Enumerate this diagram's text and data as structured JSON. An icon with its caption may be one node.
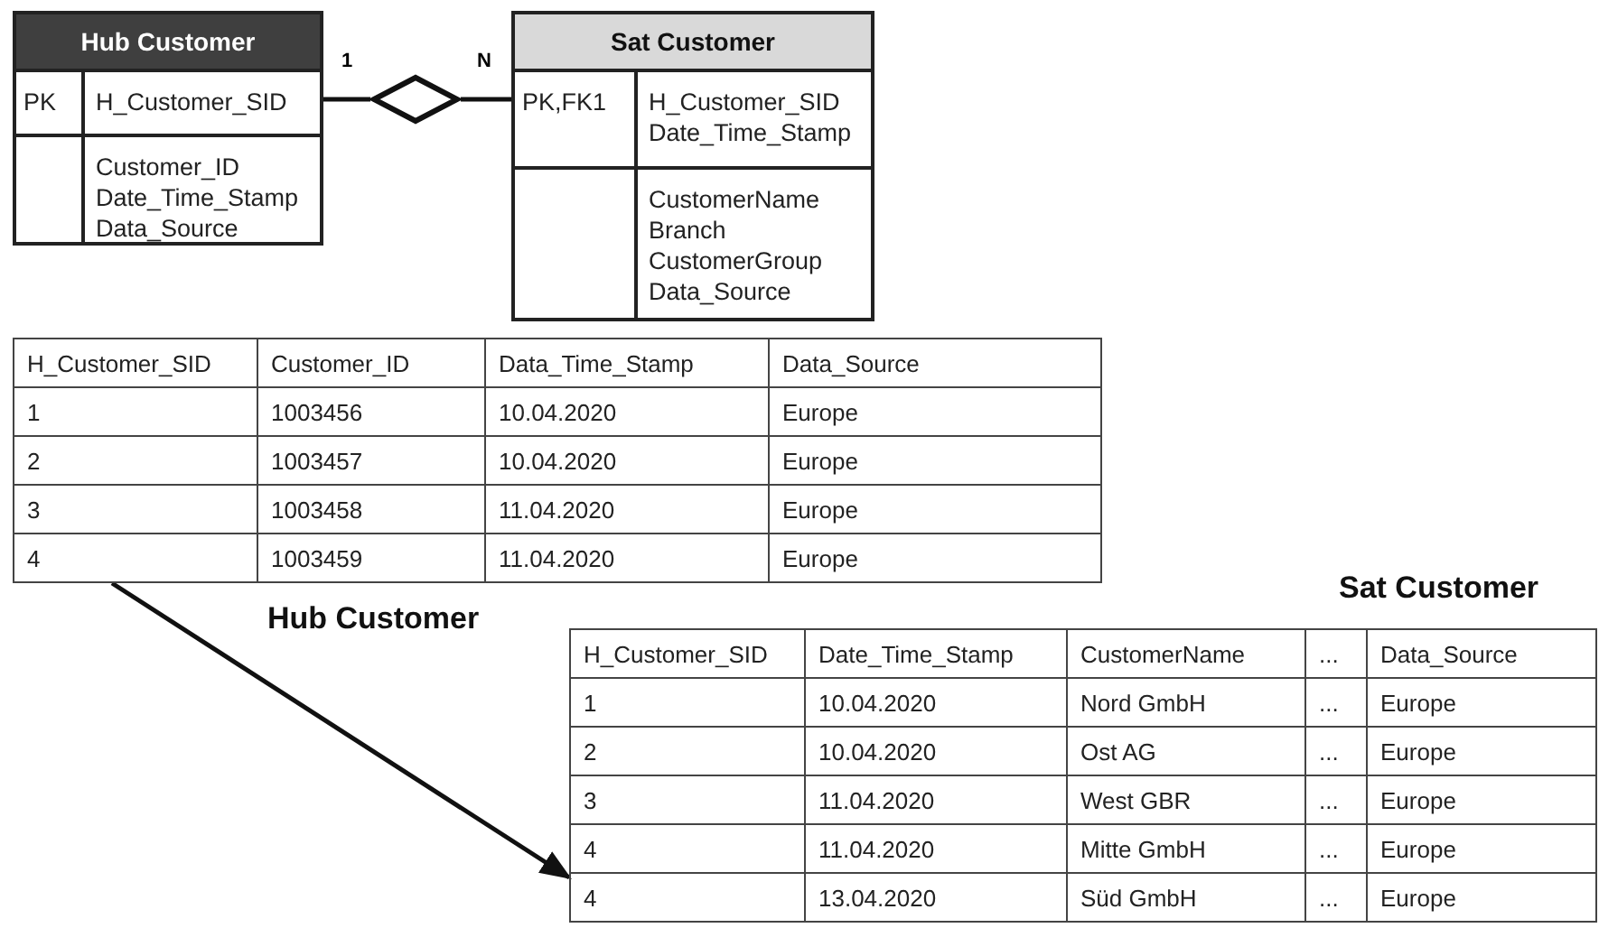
{
  "diagram": {
    "nodes": [
      {
        "text": [
          "Hub Customer",
          "PK",
          "H_Customer_SID",
          "Customer_ID Date_Time_Stamp Data_Source"
        ]
      },
      {
        "text": [],
        "shape": "diamond"
      },
      {
        "text": [
          "Sat Customer",
          "PK,FK1",
          "H_Customer_SID Date_Time_Stamp",
          "CustomerName Branch CustomerGroup Data_Source"
        ]
      },
      {
        "text": [
          "Hub Customer"
        ]
      },
      {
        "text": [
          "Sat Customer"
        ]
      }
    ],
    "edges": [
      {
        "from": 0,
        "to": 1,
        "arrow": "none",
        "label": "1"
      },
      {
        "from": 1,
        "to": 2,
        "arrow": "none",
        "label": "N"
      },
      {
        "from": 3,
        "to": 4,
        "arrow": "to"
      }
    ],
    "labels": [
      "H_Customer_SID",
      "Customer_ID",
      "Data_Time_Stamp",
      "Data_Source",
      "1",
      "1003456",
      "10.04.2020",
      "Europe",
      "2",
      "1003457",
      "10.04.2020",
      "Europe",
      "3",
      "1003458",
      "11.04.2020",
      "Europe",
      "4",
      "1003459",
      "11.04.2020",
      "Europe",
      "H_Customer_SID",
      "Date_Time_Stamp",
      "CustomerName",
      "...",
      "Data_Source",
      "1",
      "10.04.2020",
      "Nord GmbH",
      "...",
      "Europe",
      "2",
      "10.04.2020",
      "Ost AG",
      "...",
      "Europe",
      "3",
      "11.04.2020",
      "West GBR",
      "...",
      "Europe",
      "4",
      "11.04.2020",
      "Mitte GmbH",
      "...",
      "Europe",
      "4",
      "13.04.2020",
      "Süd GmbH",
      "...",
      "Europe"
    ]
  }
}
